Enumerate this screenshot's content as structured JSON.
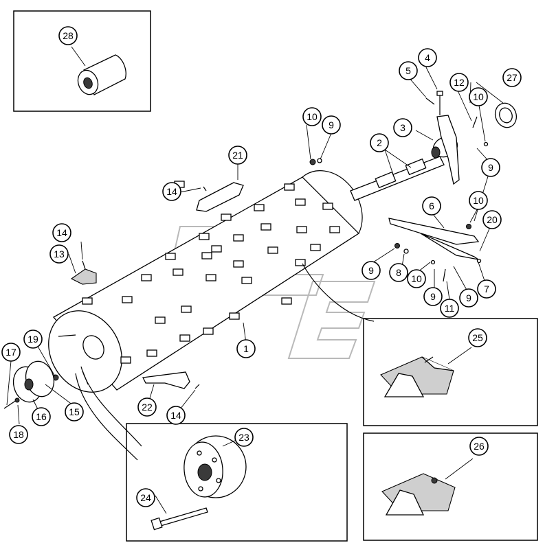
{
  "diagram": {
    "callouts": {
      "c1": "1",
      "c2": "2",
      "c3": "3",
      "c4": "4",
      "c5": "5",
      "c6": "6",
      "c7": "7",
      "c8": "8",
      "c9a": "9",
      "c9b": "9",
      "c9c": "9",
      "c9d": "9",
      "c9e": "9",
      "c10a": "10",
      "c10b": "10",
      "c10c": "10",
      "c10d": "10",
      "c11": "11",
      "c12": "12",
      "c13": "13",
      "c14a": "14",
      "c14b": "14",
      "c14c": "14",
      "c15": "15",
      "c16": "16",
      "c17": "17",
      "c18": "18",
      "c19": "19",
      "c20": "20",
      "c21": "21",
      "c22": "22",
      "c23": "23",
      "c24": "24",
      "c25": "25",
      "c26": "26",
      "c27": "27",
      "c28": "28"
    }
  }
}
